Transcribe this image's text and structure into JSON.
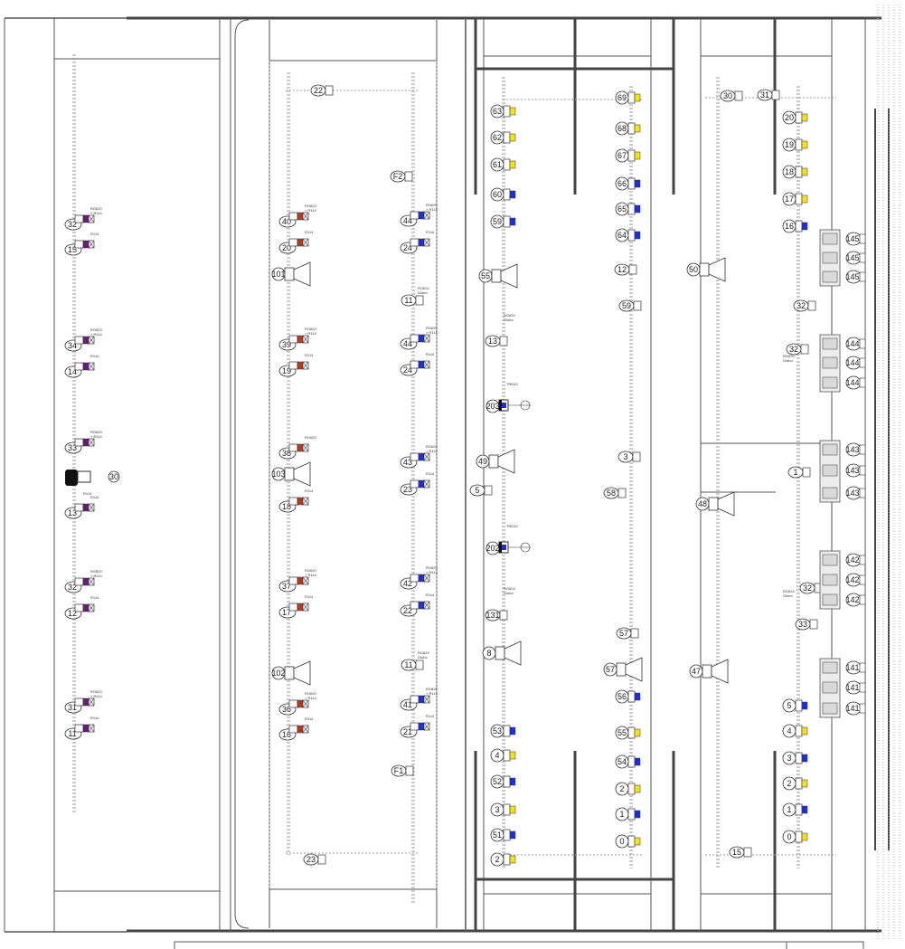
{
  "colors": {
    "line": "#555555",
    "thick": "#444444",
    "dash": "#9a9a9a",
    "purple": "#6a1b7a",
    "red": "#b83a1e",
    "blue": "#1f2fd6",
    "yellow": "#f2e21c",
    "black": "#111111",
    "white": "#ffffff"
  },
  "panels": [
    {
      "id": "panel-1",
      "name": "cabinet-panel-1"
    },
    {
      "id": "panel-2",
      "name": "cabinet-panel-2"
    },
    {
      "id": "panel-3",
      "name": "cabinet-panel-3"
    },
    {
      "id": "panel-4",
      "name": "cabinet-panel-4"
    }
  ],
  "panel1": {
    "devices": [
      {
        "num": "32",
        "color": "purple",
        "code": "RG620\n+ R114"
      },
      {
        "num": "15",
        "color": "purple",
        "code": "R114"
      },
      {
        "num": "34",
        "color": "purple",
        "code": "RG620\n+ R114"
      },
      {
        "num": "14",
        "color": "purple",
        "code": "R114"
      },
      {
        "num": "33",
        "color": "purple",
        "code": "RG620\n+ R114"
      },
      {
        "num": "13",
        "color": "purple",
        "code": "R114"
      },
      {
        "num": "32",
        "color": "purple",
        "code": "RG620\n+ R114"
      },
      {
        "num": "12",
        "color": "purple",
        "code": "R114"
      },
      {
        "num": "31",
        "color": "purple",
        "code": "RG620\n+ R114"
      },
      {
        "num": "11",
        "color": "purple",
        "code": "R114"
      }
    ],
    "black_device": {
      "num": "30",
      "code": "R114"
    }
  },
  "panel2": {
    "left_devices": [
      {
        "num": "40",
        "color": "red",
        "code": "RG620\n+ R114"
      },
      {
        "num": "20",
        "color": "red",
        "code": "R114"
      },
      {
        "num": "39",
        "color": "red",
        "code": "RG620\n+ R114"
      },
      {
        "num": "19",
        "color": "red",
        "code": "R114"
      },
      {
        "num": "38",
        "color": "red",
        "code": "RG620"
      },
      {
        "num": "18",
        "color": "red",
        "code": "R114"
      },
      {
        "num": "37",
        "color": "red",
        "code": "RG620\n+ R114"
      },
      {
        "num": "17",
        "color": "red",
        "code": "R114"
      },
      {
        "num": "36",
        "color": "red",
        "code": "RG620\n+ R114"
      },
      {
        "num": "16",
        "color": "red",
        "code": "R114"
      }
    ],
    "right_devices": [
      {
        "num": "44",
        "color": "blue",
        "code": "RG620\n+ R114"
      },
      {
        "num": "24",
        "color": "blue",
        "code": "R114"
      },
      {
        "num": "11",
        "color": "none",
        "code": "RG624\nGlobo"
      },
      {
        "num": "44",
        "color": "blue",
        "code": "RG620\n+ R114"
      },
      {
        "num": "24",
        "color": "blue",
        "code": "R114"
      },
      {
        "num": "43",
        "color": "blue",
        "code": "RG620\n+ R114"
      },
      {
        "num": "23",
        "color": "blue",
        "code": "R114"
      },
      {
        "num": "42",
        "color": "blue",
        "code": "RG620\n+ R114"
      },
      {
        "num": "22",
        "color": "blue",
        "code": "R114"
      },
      {
        "num": "11",
        "color": "none",
        "code": "RG624\nGlobo"
      },
      {
        "num": "41",
        "color": "blue",
        "code": "RG620\n+ R114"
      },
      {
        "num": "21",
        "color": "blue",
        "code": "R114"
      }
    ],
    "cameras": [
      "101",
      "103",
      "102"
    ],
    "misc": [
      "22",
      "F2",
      "23",
      "F1"
    ]
  },
  "panel3": {
    "left_stack": [
      "63",
      "62",
      "61",
      "60"
    ],
    "right_stack": [
      "69",
      "68",
      "67",
      "66"
    ],
    "bottom_left": [
      "53",
      "4",
      "52",
      "3",
      "51"
    ],
    "bottom_right": [
      "56",
      "55",
      "54",
      "2",
      "1"
    ],
    "mid": [
      "55",
      "13",
      "203",
      "49",
      "5",
      "202",
      "131",
      "8",
      "12",
      "59",
      "3",
      "58",
      "57"
    ],
    "codes": [
      "RG624\nGlobo",
      "RG624\nGlobo",
      "TRD32",
      "TRD32"
    ]
  },
  "panel4": {
    "stack": [
      "20",
      "19",
      "18",
      "17",
      "16"
    ],
    "bottom": [
      "5",
      "4",
      "3",
      "2",
      "1"
    ],
    "terminals": [
      "145",
      "145",
      "145",
      "144",
      "144",
      "144",
      "143",
      "143",
      "143",
      "142",
      "142",
      "142",
      "141",
      "141",
      "141"
    ],
    "misc": [
      "50",
      "30",
      "31",
      "32",
      "1",
      "32",
      "33",
      "48"
    ],
    "codes": [
      "RG624\nGlobo",
      "RG624\nGlobo"
    ]
  }
}
